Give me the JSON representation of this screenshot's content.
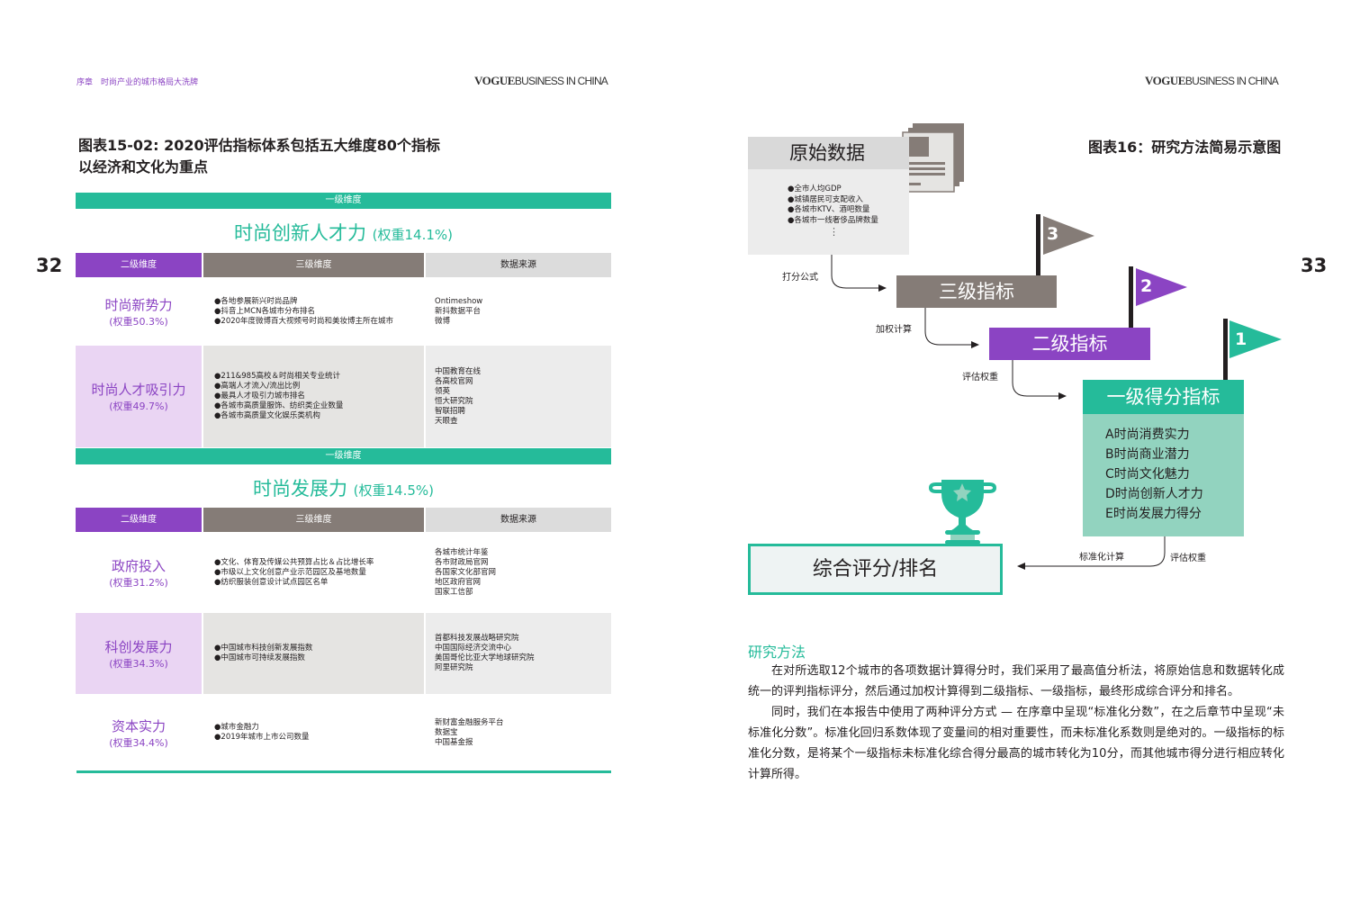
{
  "left_page": {
    "chapter": "序章　时尚产业的城市格局大洗牌",
    "brand": {
      "vogue": "VOGUE",
      "rest": "BUSINESS IN CHINA"
    },
    "page_number": "32",
    "figure_title": [
      "图表15-02: 2020评估指标体系包括五大维度80个指标",
      "以经济和文化为重点"
    ],
    "headers": {
      "level1": "一级维度",
      "level2": "二级维度",
      "level3": "三级维度",
      "source": "数据来源"
    },
    "sections": [
      {
        "title": "时尚创新人才力",
        "weight": "(权重14.1%)",
        "rows": [
          {
            "name": "时尚新势力",
            "weight": "(权重50.3%)",
            "indicators": [
              "●各地参展新兴时尚品牌",
              "●抖音上MCN各城市分布排名",
              "●2020年度微博百大视频号时尚和美妆博主所在城市"
            ],
            "sources": [
              "Ontimeshow",
              "新抖数据平台",
              "微博"
            ]
          },
          {
            "name": "时尚人才吸引力",
            "weight": "(权重49.7%)",
            "indicators": [
              "●211&985高校＆时尚相关专业统计",
              "●高端人才流入/流出比例",
              "●最具人才吸引力城市排名",
              "●各城市高质量服饰、纺织类企业数量",
              "●各城市高质量文化娱乐类机构"
            ],
            "sources": [
              "中国教育在线",
              "各高校官网",
              "领英",
              "恒大研究院",
              "智联招聘",
              "天眼查"
            ]
          }
        ]
      },
      {
        "title": "时尚发展力",
        "weight": "(权重14.5%)",
        "rows": [
          {
            "name": "政府投入",
            "weight": "(权重31.2%)",
            "indicators": [
              "●文化、体育及传媒公共预算占比＆占比增长率",
              "●市级以上文化创意产业示范园区及基地数量",
              "●纺织服装创意设计试点园区名单"
            ],
            "sources": [
              "各城市统计年鉴",
              "各市财政局官网",
              "各国家文化部官网",
              "地区政府官网",
              "国家工信部"
            ]
          },
          {
            "name": "科创发展力",
            "weight": "(权重34.3%)",
            "indicators": [
              "●中国城市科技创新发展指数",
              "●中国城市可持续发展指数"
            ],
            "sources": [
              "首都科技发展战略研究院",
              "中国国际经济交流中心",
              "美国哥伦比亚大学地球研究院",
              "阿里研究院"
            ]
          },
          {
            "name": "资本实力",
            "weight": "(权重34.4%)",
            "indicators": [
              "●城市金融力",
              "●2019年城市上市公司数量"
            ],
            "sources": [
              "新财富金融服务平台",
              "数据宝",
              "中国基金报"
            ]
          }
        ]
      }
    ]
  },
  "right_page": {
    "brand": {
      "vogue": "VOGUE",
      "rest": "BUSINESS IN CHINA"
    },
    "page_number": "33",
    "figure_title": "图表16：研究方法简易示意图",
    "diagram": {
      "raw_data": {
        "title": "原始数据",
        "items": [
          "●全市人均GDP",
          "●城镇居民可支配收入",
          "●各城市KTV、酒吧数量",
          "●各城市一线奢侈品牌数量"
        ],
        "ellipsis": "⋮"
      },
      "level3": "三级指标",
      "level2": "二级指标",
      "level1": {
        "title": "一级得分指标",
        "items": [
          "A时尚消费实力",
          "B时尚商业潜力",
          "C时尚文化魅力",
          "D时尚创新人才力",
          "E时尚发展力得分"
        ]
      },
      "final": "综合评分/排名",
      "flags": [
        "3",
        "2",
        "1"
      ],
      "labels": {
        "scoring": "打分公式",
        "weighted": "加权计算",
        "eval1": "评估权重",
        "standardize": "标准化计算",
        "eval2": "评估权重"
      },
      "colors": {
        "gray": "#857c77",
        "purple": "#8b44c3",
        "green": "#25bb9a",
        "light_green": "#92d3bf"
      }
    },
    "section_title": "研究方法",
    "paragraphs": [
      "在对所选取12个城市的各项数据计算得分时，我们采用了最高值分析法，将原始信息和数据转化成统一的评判指标评分，然后通过加权计算得到二级指标、一级指标，最终形成综合评分和排名。",
      "同时，我们在本报告中使用了两种评分方式 — 在序章中呈现“标准化分数”，在之后章节中呈现“未标准化分数”。标准化回归系数体现了变量间的相对重要性，而未标准化系数则是绝对的。一级指标的标准化分数，是将某个一级指标未标准化综合得分最高的城市转化为10分，而其他城市得分进行相应转化计算所得。"
    ]
  }
}
